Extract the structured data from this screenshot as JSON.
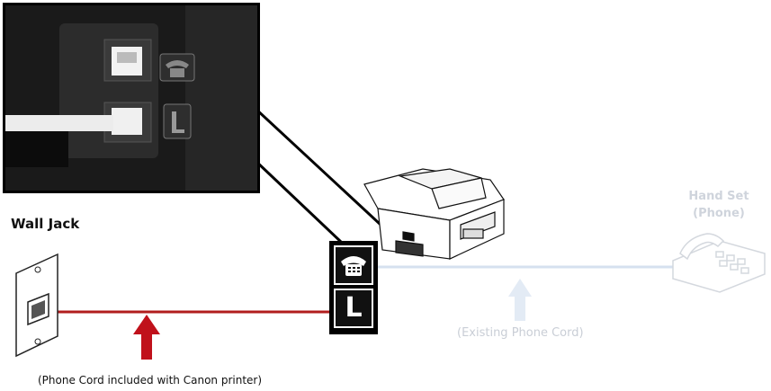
{
  "labels": {
    "wall_jack": "Wall Jack",
    "handset_line1": "Hand Set",
    "handset_line2": "(Phone)",
    "existing_cord": "(Existing Phone Cord)",
    "included_cord": "(Phone Cord included with Canon printer)"
  },
  "ports": {
    "line_letter": "L"
  },
  "colors": {
    "red_cord": "#b11d1d",
    "red_arrow": "#c0111b",
    "existing_cord": "#d5e1ef",
    "existing_arrow": "#e3ebf5",
    "faded_text": "#c9ced6"
  },
  "icons": [
    "telephone-icon",
    "line-port-icon",
    "wall-jack-icon",
    "printer-icon",
    "handset-phone-icon",
    "up-arrow-icon"
  ]
}
